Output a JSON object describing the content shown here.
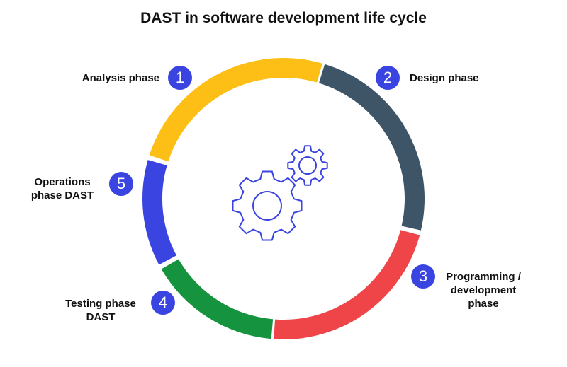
{
  "title": "DAST in software development life cycle",
  "colors": {
    "badge": "#3a44e0",
    "gear_stroke": "#3a44e0",
    "analysis": "#fdbf15",
    "design": "#3e5567",
    "programming": "#ef4448",
    "testing": "#16933f",
    "operations": "#3a44e0"
  },
  "center_icon": "gears-icon",
  "phases": [
    {
      "number": "1",
      "lines": [
        "Analysis phase"
      ],
      "color_key": "analysis"
    },
    {
      "number": "2",
      "lines": [
        "Design phase"
      ],
      "color_key": "design"
    },
    {
      "number": "3",
      "lines": [
        "Programming /",
        "development",
        "phase"
      ],
      "color_key": "programming"
    },
    {
      "number": "4",
      "lines": [
        "Testing phase",
        "DAST"
      ],
      "color_key": "testing"
    },
    {
      "number": "5",
      "lines": [
        "Operations",
        "phase DAST"
      ],
      "color_key": "operations"
    }
  ]
}
